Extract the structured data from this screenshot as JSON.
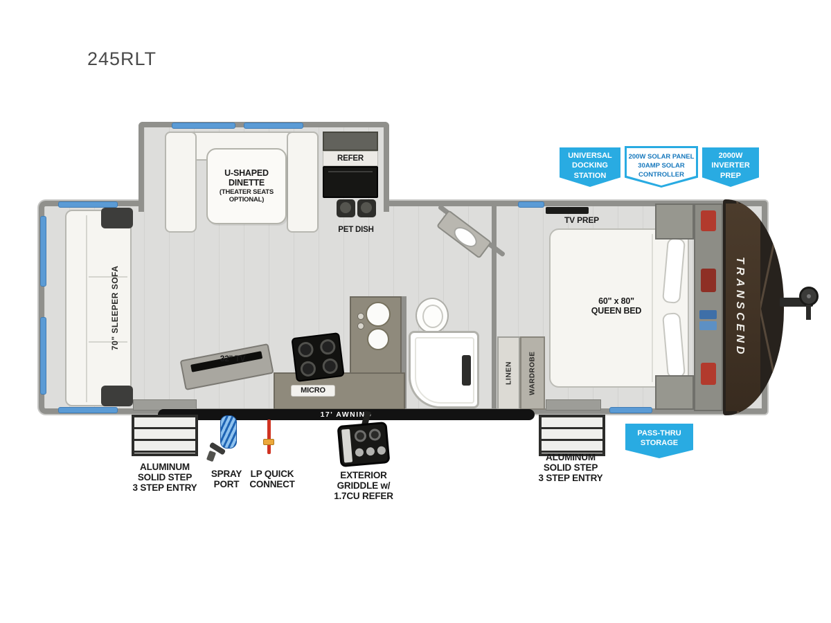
{
  "title": "245RLT",
  "brand": "TRANSCEND",
  "interior": {
    "dinette_l1": "U-SHAPED",
    "dinette_l2": "DINETTE",
    "dinette_l3": "(THEATER SEATS",
    "dinette_l4": "OPTIONAL)",
    "refer": "REFER",
    "pet_dish": "PET DISH",
    "tv_prep": "TV PREP",
    "sleeper_sofa": "70\" SLEEPER SOFA",
    "tv": "32\" TV",
    "micro": "MICRO",
    "bed_l1": "60\" x 80\"",
    "bed_l2": "QUEEN BED",
    "linen": "LINEN",
    "wardrobe": "WARDROBE",
    "awning": "17' AWNING"
  },
  "badges": {
    "docking_l1": "UNIVERSAL",
    "docking_l2": "DOCKING",
    "docking_l3": "STATION",
    "solar_l1": "200W SOLAR PANEL",
    "solar_l2": "30AMP SOLAR",
    "solar_l3": "CONTROLLER",
    "inverter_l1": "2000W",
    "inverter_l2": "INVERTER",
    "inverter_l3": "PREP",
    "passthru_l1": "PASS-THRU",
    "passthru_l2": "STORAGE"
  },
  "callouts": {
    "step_left_l1": "ALUMINUM",
    "step_left_l2": "SOLID STEP",
    "step_left_l3": "3 STEP ENTRY",
    "spray_l1": "SPRAY",
    "spray_l2": "PORT",
    "lp_l1": "LP QUICK",
    "lp_l2": "CONNECT",
    "griddle_l1": "EXTERIOR",
    "griddle_l2": "GRIDDLE w/",
    "griddle_l3": "1.7CU REFER",
    "step_right_l1": "ALUMINUM",
    "step_right_l2": "SOLID STEP",
    "step_right_l3": "3 STEP ENTRY"
  },
  "colors": {
    "badge_blue": "#29abe2",
    "badge_text_blue": "#1879bd",
    "window_blue": "#5b9bd5",
    "floor_gray": "#dddddb",
    "wall_gray": "#90908c"
  }
}
